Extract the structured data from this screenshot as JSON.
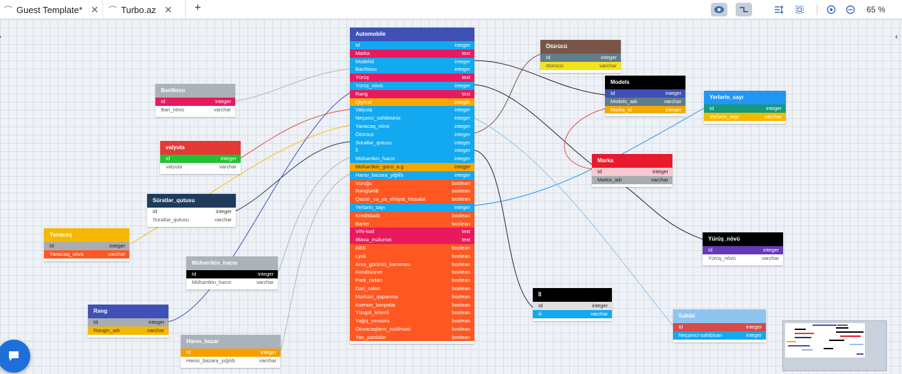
{
  "tabs": [
    {
      "label": "Guest Template*",
      "icon": "db-icon"
    },
    {
      "label": "Turbo.az",
      "icon": "db-icon"
    }
  ],
  "toolbar": {
    "zoom": "65 %",
    "new_tab": "+",
    "close": "✕"
  },
  "tables": [
    {
      "id": "automobile",
      "name": "Automobile",
      "header": "#3f51b5",
      "rows": [
        [
          "Id",
          "integer",
          "#12a9f0",
          "#fff"
        ],
        [
          "Marka",
          "text",
          "#e8195e",
          "#fff"
        ],
        [
          "ModelId",
          "integer",
          "#12a9f0",
          "#fff"
        ],
        [
          "BanNovu",
          "integer",
          "#12a9f0",
          "#fff"
        ],
        [
          "Yürüş",
          "text",
          "#e8195e",
          "#fff"
        ],
        [
          "Yürüş_növü",
          "integer",
          "#12a9f0",
          "#fff"
        ],
        [
          "Rəng",
          "text",
          "#e8195e",
          "#fff"
        ],
        [
          "Qiymət",
          "integer",
          "#f5a800",
          "#fff"
        ],
        [
          "Valyuta",
          "integer",
          "#12a9f0",
          "#fff"
        ],
        [
          "Neçənci_sahibisiniz",
          "integer",
          "#12a9f0",
          "#fff"
        ],
        [
          "Yanacaq_növü",
          "integer",
          "#12a9f0",
          "#fff"
        ],
        [
          "Ötürücü",
          "integer",
          "#12a9f0",
          "#fff"
        ],
        [
          "Sürətlər_qutusu",
          "integer",
          "#12a9f0",
          "#fff"
        ],
        [
          "İl",
          "integer",
          "#12a9f0",
          "#fff"
        ],
        [
          "Mühərrikin_həcm",
          "integer",
          "#12a9f0",
          "#fff"
        ],
        [
          "Mühərrikin_gücü_a.g",
          "integer",
          "#f5a800",
          "#333"
        ],
        [
          "Hansı_bazara_yiğilib",
          "integer",
          "#12a9f0",
          "#fff"
        ],
        [
          "Vuruğu",
          "boolean",
          "#ff5722",
          "#fff"
        ],
        [
          "Rənglənib",
          "boolean",
          "#ff5722",
          "#fff"
        ],
        [
          "Qəzalı_və_ya_ehtiyat_hissələr",
          "boolean",
          "#ff5722",
          "#fff"
        ],
        [
          "Yerlərin_sayı",
          "integer",
          "#12a9f0",
          "#fff"
        ],
        [
          "Kreditdədir",
          "boolean",
          "#ff5722",
          "#fff"
        ],
        [
          "Barter",
          "boolean",
          "#ff5722",
          "#fff"
        ],
        [
          "VIN-kod",
          "text",
          "#e8195e",
          "#fff"
        ],
        [
          "Əlavə_məlumat",
          "text",
          "#e8195e",
          "#fff"
        ],
        [
          "ABS",
          "boolean",
          "#ff5722",
          "#fff"
        ],
        [
          "Lyuk",
          "boolean",
          "#ff5722",
          "#fff"
        ],
        [
          "Arxa_görüntü_kamerası",
          "boolean",
          "#ff5722",
          "#fff"
        ],
        [
          "Kondisioner",
          "boolean",
          "#ff5722",
          "#fff"
        ],
        [
          "Park_radarı",
          "boolean",
          "#ff5722",
          "#fff"
        ],
        [
          "Dəri_salon",
          "boolean",
          "#ff5722",
          "#fff"
        ],
        [
          "Mərkəzi_qapanma",
          "boolean",
          "#ff5722",
          "#fff"
        ],
        [
          "Ksenon_lampalar",
          "boolean",
          "#ff5722",
          "#fff"
        ],
        [
          "Yüngül_lehimli",
          "boolean",
          "#ff5722",
          "#fff"
        ],
        [
          "Yağış_sensoru",
          "boolean",
          "#ff5722",
          "#fff"
        ],
        [
          "Oturacaqların_isidilməsi",
          "boolean",
          "#ff5722",
          "#fff"
        ],
        [
          "Yan_pərdələr",
          "boolean",
          "#ff5722",
          "#fff"
        ]
      ]
    },
    {
      "id": "bannovu",
      "name": "BanNovu",
      "header": "#aab2ba",
      "rows": [
        [
          "Id",
          "integer",
          "#e8195e",
          "#fff"
        ],
        [
          "Ban_növü",
          "varchar",
          "#fff",
          "#555"
        ]
      ]
    },
    {
      "id": "valyuta",
      "name": "valyuta",
      "header": "#e53935",
      "rows": [
        [
          "Id",
          "integer",
          "#22c232",
          "#fff"
        ],
        [
          "valyuta",
          "varchar",
          "#fff",
          "#555"
        ]
      ]
    },
    {
      "id": "suretler",
      "name": "Sürətlər_qutusu",
      "header": "#1f3b5c",
      "rows": [
        [
          "Id",
          "integer",
          "#fff",
          "#333"
        ],
        [
          "Sürətlər_qutusu",
          "varchar",
          "#fff",
          "#555"
        ]
      ]
    },
    {
      "id": "yanacaq",
      "name": "Yanacaq",
      "header": "#f5b800",
      "rows": [
        [
          "Id",
          "integer",
          "#a8adb3",
          "#222"
        ],
        [
          "Yanacaq_növü",
          "varchar",
          "#ff5722",
          "#fff"
        ]
      ]
    },
    {
      "id": "muherrikin",
      "name": "Mühərrikin_həcm",
      "header": "#aab2ba",
      "rows": [
        [
          "Id",
          "integer",
          "#000",
          "#fff"
        ],
        [
          "Mühərrikin_həcm",
          "varchar",
          "#fff",
          "#555"
        ]
      ]
    },
    {
      "id": "reng",
      "name": "Rəng",
      "header": "#3f51b5",
      "rows": [
        [
          "Id",
          "integer",
          "#a8adb3",
          "#222"
        ],
        [
          "Rəngin_adı",
          "varchar",
          "#f5b800",
          "#333"
        ]
      ]
    },
    {
      "id": "hansi",
      "name": "Hansı_bazar",
      "header": "#aab2ba",
      "rows": [
        [
          "Id",
          "integer",
          "#f5a000",
          "#fff"
        ],
        [
          "Hansı_bazara_yığılıb",
          "varchar",
          "#fff",
          "#555"
        ]
      ]
    },
    {
      "id": "oturucu",
      "name": "Ötürücü",
      "header": "#795548",
      "rows": [
        [
          "Id",
          "integer",
          "#607d8b",
          "#fff"
        ],
        [
          "ötürücü",
          "varchar",
          "#f5e31a",
          "#555"
        ]
      ]
    },
    {
      "id": "models",
      "name": "Models",
      "header": "#000",
      "rows": [
        [
          "Id",
          "integer",
          "#3f51b5",
          "#fff"
        ],
        [
          "Models_adı",
          "varchar",
          "#607d8b",
          "#fff"
        ],
        [
          "Marka_id",
          "integer",
          "#f5a800",
          "#fff"
        ]
      ]
    },
    {
      "id": "yerlerin",
      "name": "Yerlərin_sayı",
      "header": "#2196f3",
      "rows": [
        [
          "Id",
          "integer",
          "#159a7a",
          "#fff"
        ],
        [
          "Yerlərin_sayı",
          "varchar",
          "#f5b800",
          "#fff"
        ]
      ]
    },
    {
      "id": "marka",
      "name": "Marka",
      "header": "#e8192c",
      "rows": [
        [
          "Id",
          "integer",
          "#f8c8d0",
          "#222"
        ],
        [
          "Marka_adı",
          "varchar",
          "#a8adb3",
          "#222"
        ]
      ]
    },
    {
      "id": "yurus",
      "name": "Yürüş_növü",
      "header": "#000",
      "rows": [
        [
          "Id",
          "integer",
          "#673ab7",
          "#fff"
        ],
        [
          "Yürüş_növü",
          "varchar",
          "#fff",
          "#555"
        ]
      ]
    },
    {
      "id": "il",
      "name": "İl",
      "header": "#000",
      "rows": [
        [
          "Id",
          "integer",
          "#e0e0e0",
          "#222"
        ],
        [
          "ili",
          "varchar",
          "#12a9f0",
          "#fff"
        ]
      ]
    },
    {
      "id": "sahibi",
      "name": "Sahibi",
      "header": "#90c4f0",
      "rows": [
        [
          "Id",
          "integer",
          "#d84a4a",
          "#fff"
        ],
        [
          "Neçəmci-sahibisan",
          "integer",
          "#12a9f0",
          "#fff"
        ]
      ]
    }
  ],
  "icons": [
    "db-icon",
    "close-icon",
    "plus-icon",
    "eye-icon",
    "connector-icon",
    "fit-icon",
    "frame-icon",
    "target-icon",
    "zoom-out-icon",
    "chat-icon"
  ]
}
